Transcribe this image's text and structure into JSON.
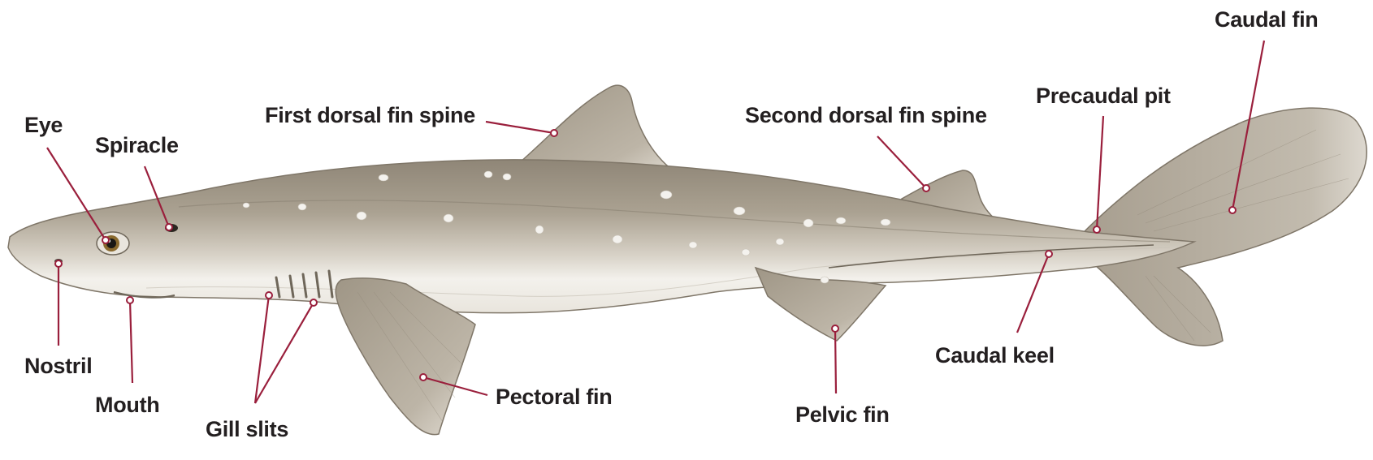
{
  "diagram": {
    "labels": {
      "eye": "Eye",
      "spiracle": "Spiracle",
      "first_dorsal_fin_spine": "First dorsal fin spine",
      "second_dorsal_fin_spine": "Second dorsal fin spine",
      "precaudal_pit": "Precaudal pit",
      "caudal_fin": "Caudal fin",
      "nostril": "Nostril",
      "mouth": "Mouth",
      "gill_slits": "Gill slits",
      "pectoral_fin": "Pectoral fin",
      "pelvic_fin": "Pelvic fin",
      "caudal_keel": "Caudal keel"
    },
    "colors": {
      "leader_line": "#9a1f3c",
      "label_text": "#231f20",
      "body_upper": "#a89f90",
      "body_lower": "#f3f1ec",
      "fin": "#b3aa9b",
      "spots": "#f4f2ee"
    }
  }
}
